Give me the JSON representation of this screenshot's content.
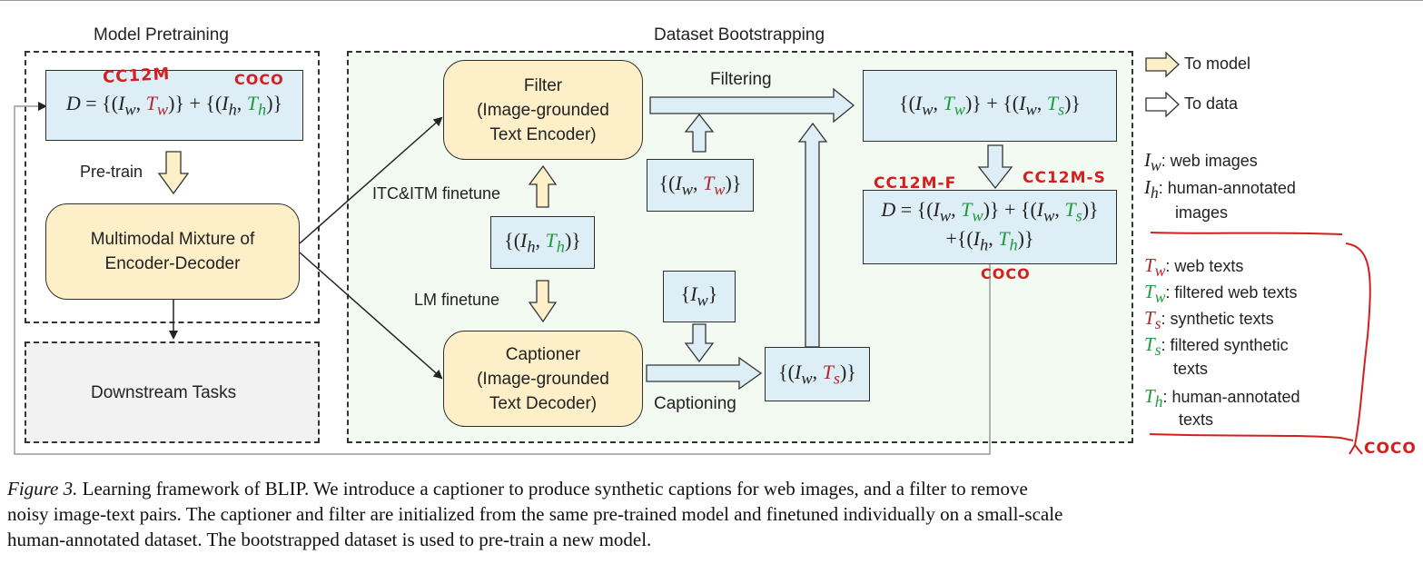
{
  "sections": {
    "pretraining_title": "Model Pretraining",
    "bootstrapping_title": "Dataset Bootstrapping"
  },
  "pretrain": {
    "dataset_box": "D = {(I_w, T_w)} + {(I_h, T_h)}",
    "pretrain_label": "Pre-train",
    "model_line1": "Multimodal Mixture of",
    "model_line2": "Encoder-Decoder",
    "downstream": "Downstream Tasks"
  },
  "bootstrap": {
    "filter_line1": "Filter",
    "filter_line2": "(Image-grounded",
    "filter_line3": "Text Encoder)",
    "captioner_line1": "Captioner",
    "captioner_line2": "(Image-grounded",
    "captioner_line3": "Text Decoder)",
    "itc_label": "ITC&ITM finetune",
    "lm_label": "LM finetune",
    "filtering_label": "Filtering",
    "captioning_label": "Captioning",
    "human_pairs": "{(I_h, T_h)}",
    "web_pairs": "{(I_w, T_w)}",
    "web_images": "{I_w}",
    "synthetic_pairs": "{(I_w, T_s)}",
    "filtered_union": "{(I_w, T_w)} + {(I_w, T_s)}",
    "new_dataset_line1": "D = {(I_w, T_w)} + {(I_w, T_s)}",
    "new_dataset_line2": "+{(I_h, T_h)}"
  },
  "legend": {
    "to_model": "To model",
    "to_data": "To data",
    "iw": "web images",
    "ih_line1": "human-annotated",
    "ih_line2": "images",
    "tw_red": "web texts",
    "tw_green": "filtered web texts",
    "ts_red": "synthetic texts",
    "ts_green_line1": "filtered synthetic",
    "ts_green_line2": "texts",
    "th_line1": "human-annotated",
    "th_line2": "texts"
  },
  "annotations": {
    "cc12m": "CC12M",
    "coco_top": "COCO",
    "cc12m_f": "CC12M-F",
    "cc12m_s": "CC12M-S",
    "coco_mid": "COCO",
    "coco_right": "COCO"
  },
  "caption": {
    "label": "Figure 3.",
    "line1": "Learning framework of BLIP. We introduce a captioner to produce synthetic captions for web images, and a filter to remove",
    "line2": "noisy image-text pairs. The captioner and filter are initialized from the same pre-trained model and finetuned individually on a small-scale",
    "line3": "human-annotated dataset. The bootstrapped dataset is used to pre-train a new model."
  },
  "colors": {
    "web_text_red": "#b3262c",
    "filtered_green": "#1f9a3d",
    "blue_fill": "#deeef7",
    "yellow_fill": "#fdefc8",
    "annotation_red": "#d41f1f"
  }
}
